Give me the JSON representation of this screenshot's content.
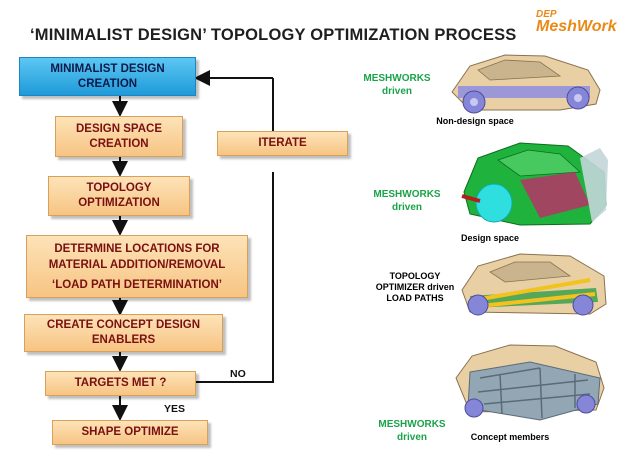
{
  "title": "‘MINIMALIST DESIGN’ TOPOLOGY OPTIMIZATION PROCESS",
  "logo": {
    "prefix": "DEP",
    "name": "MeshWorks"
  },
  "flow": {
    "start": [
      "MINIMALIST DESIGN",
      "CREATION"
    ],
    "design_space": [
      "DESIGN SPACE",
      "CREATION"
    ],
    "topology": [
      "TOPOLOGY",
      "OPTIMIZATION"
    ],
    "locations": [
      "DETERMINE LOCATIONS  FOR",
      "MATERIAL ADDITION/REMOVAL",
      "‘LOAD PATH DETERMINATION’"
    ],
    "concept": [
      "CREATE CONCEPT DESIGN",
      "ENABLERS"
    ],
    "targets": "TARGETS MET ?",
    "shape": "SHAPE OPTIMIZE",
    "iterate": "ITERATE",
    "no_label": "NO",
    "yes_label": "YES"
  },
  "right": {
    "meshworks_1": [
      "MESHWORKS",
      "driven"
    ],
    "caption_1": "Non-design space",
    "meshworks_2": [
      "MESHWORKS",
      "driven"
    ],
    "caption_2": "Design space",
    "topology_label": [
      "TOPOLOGY",
      "OPTIMIZER driven",
      "LOAD PATHS"
    ],
    "meshworks_3": [
      "MESHWORKS",
      "driven"
    ],
    "caption_4": "Concept members"
  },
  "colors": {
    "box_fill": "#f7c483",
    "start_fill": "#1f9ad9",
    "box_text": "#7a1010",
    "green_text": "#1aa34a",
    "logo": "#e98a18"
  }
}
